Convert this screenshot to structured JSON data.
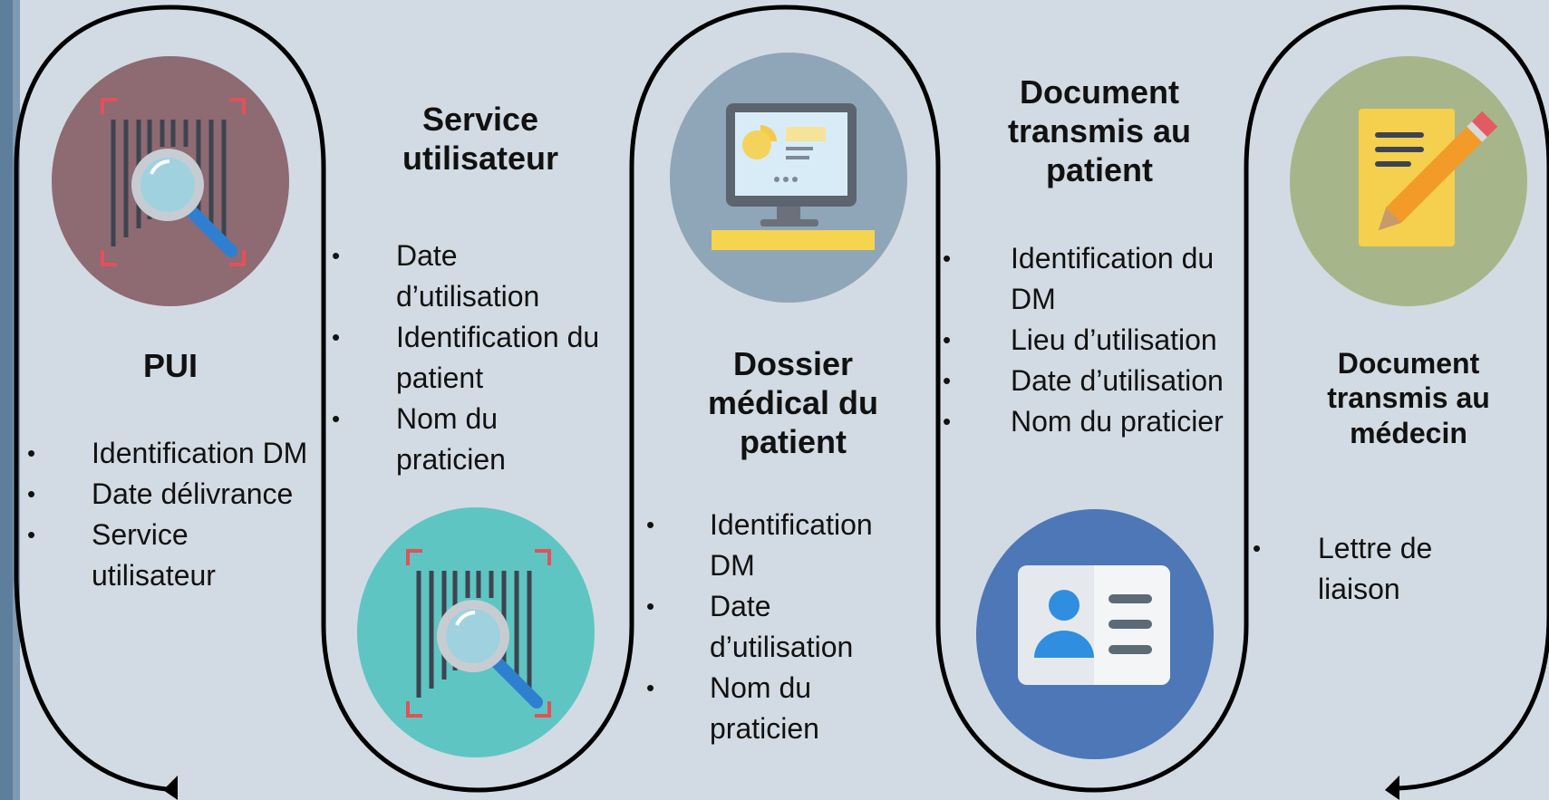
{
  "steps": [
    {
      "title": "PUI",
      "items": [
        "Identification DM",
        "Date délivrance",
        "Service utilisateur"
      ],
      "icon": "barcode-scan-icon",
      "circle_color": "#8e6a72"
    },
    {
      "title": "Service utilisateur",
      "items": [
        "Date d’utilisation",
        "Identification du patient",
        "Nom du praticien"
      ],
      "icon": "barcode-scan-icon",
      "circle_color": "#5fc5c2"
    },
    {
      "title": "Dossier médical du patient",
      "items": [
        "Identification DM",
        "Date d’utilisation",
        "Nom du praticien"
      ],
      "icon": "computer-monitor-icon",
      "circle_color": "#8fa6b8"
    },
    {
      "title": "Document transmis au patient",
      "items": [
        "Identification du DM",
        "Lieu d’utilisation",
        "Date d’utilisation",
        "Nom du praticier"
      ],
      "icon": "id-card-icon",
      "circle_color": "#4d77b6"
    },
    {
      "title": "Document transmis au médecin",
      "items": [
        "Lettre de liaison"
      ],
      "icon": "document-pencil-icon",
      "circle_color": "#a6b68a"
    }
  ]
}
